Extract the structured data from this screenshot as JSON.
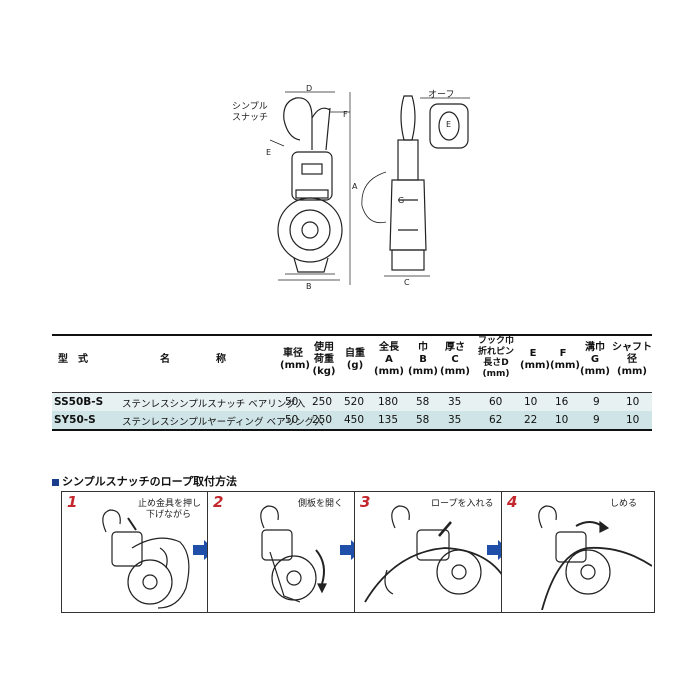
{
  "drawing": {
    "label_snatch_line1": "シンプル",
    "label_snatch_line2": "スナッチ",
    "label_oaf": "オーフ",
    "dims": {
      "a": "A",
      "b": "B",
      "c": "C",
      "d": "D",
      "e": "E",
      "f": "F",
      "g": "G"
    }
  },
  "spec_table": {
    "headers": {
      "model": "型　式",
      "name_1": "名",
      "name_2": "称",
      "wheel_dia": [
        "車径",
        "(mm)"
      ],
      "working_load": [
        "使用",
        "荷重",
        "(kg)"
      ],
      "weight": [
        "自重",
        "(g)"
      ],
      "length": [
        "全長",
        "A",
        "(mm)"
      ],
      "width": [
        "巾",
        "B",
        "(mm)"
      ],
      "thickness": [
        "厚さ",
        "C",
        "(mm)"
      ],
      "hook_width": [
        "フック巾",
        "折れピン",
        "長さD",
        "(mm)"
      ],
      "e": [
        "E",
        "(mm)"
      ],
      "f": [
        "F",
        "(mm)"
      ],
      "groove": [
        "溝巾",
        "G",
        "(mm)"
      ],
      "shaft": [
        "シャフト",
        "径",
        "(mm)"
      ]
    },
    "rows": [
      {
        "model": "SS50B-S",
        "name": "ステンレスシンプルスナッチ ベアリング入",
        "wheel": "50",
        "load": "250",
        "weight": "520",
        "a": "180",
        "b": "58",
        "c": "35",
        "d": "60",
        "e": "10",
        "f": "16",
        "g": "9",
        "shaft": "10"
      },
      {
        "model": "SY50-S",
        "name": "ステンレスシンプルヤーディング ベアリング入",
        "wheel": "50",
        "load": "250",
        "weight": "450",
        "a": "135",
        "b": "58",
        "c": "35",
        "d": "62",
        "e": "22",
        "f": "10",
        "g": "9",
        "shaft": "10"
      }
    ]
  },
  "instructions": {
    "title": "シンプルスナッチのロープ取付方法",
    "steps": [
      {
        "num": "1",
        "caption_1": "止め金具を押し",
        "caption_2": "下げながら"
      },
      {
        "num": "2",
        "caption_1": "側板を開く"
      },
      {
        "num": "3",
        "caption_1": "ロープを入れる"
      },
      {
        "num": "4",
        "caption_1": "しめる"
      }
    ],
    "colors": {
      "arrow": "#1f4fa8",
      "step_number": "#c2272d"
    }
  }
}
